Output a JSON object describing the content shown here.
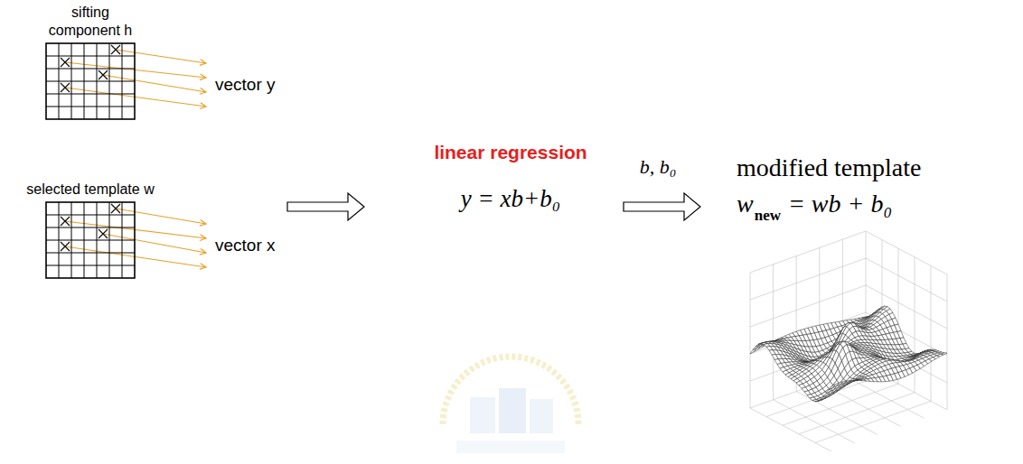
{
  "diagram": {
    "nodes": [
      {
        "text": [
          "sifting component h"
        ]
      },
      {
        "text": [
          "selected template w"
        ]
      }
    ],
    "labels": [
      "vector y",
      "vector x",
      "linear regression",
      "y = xb+b₀",
      "b, b₀",
      "modified template",
      "w",
      "new",
      "= wb + b₀"
    ]
  }
}
